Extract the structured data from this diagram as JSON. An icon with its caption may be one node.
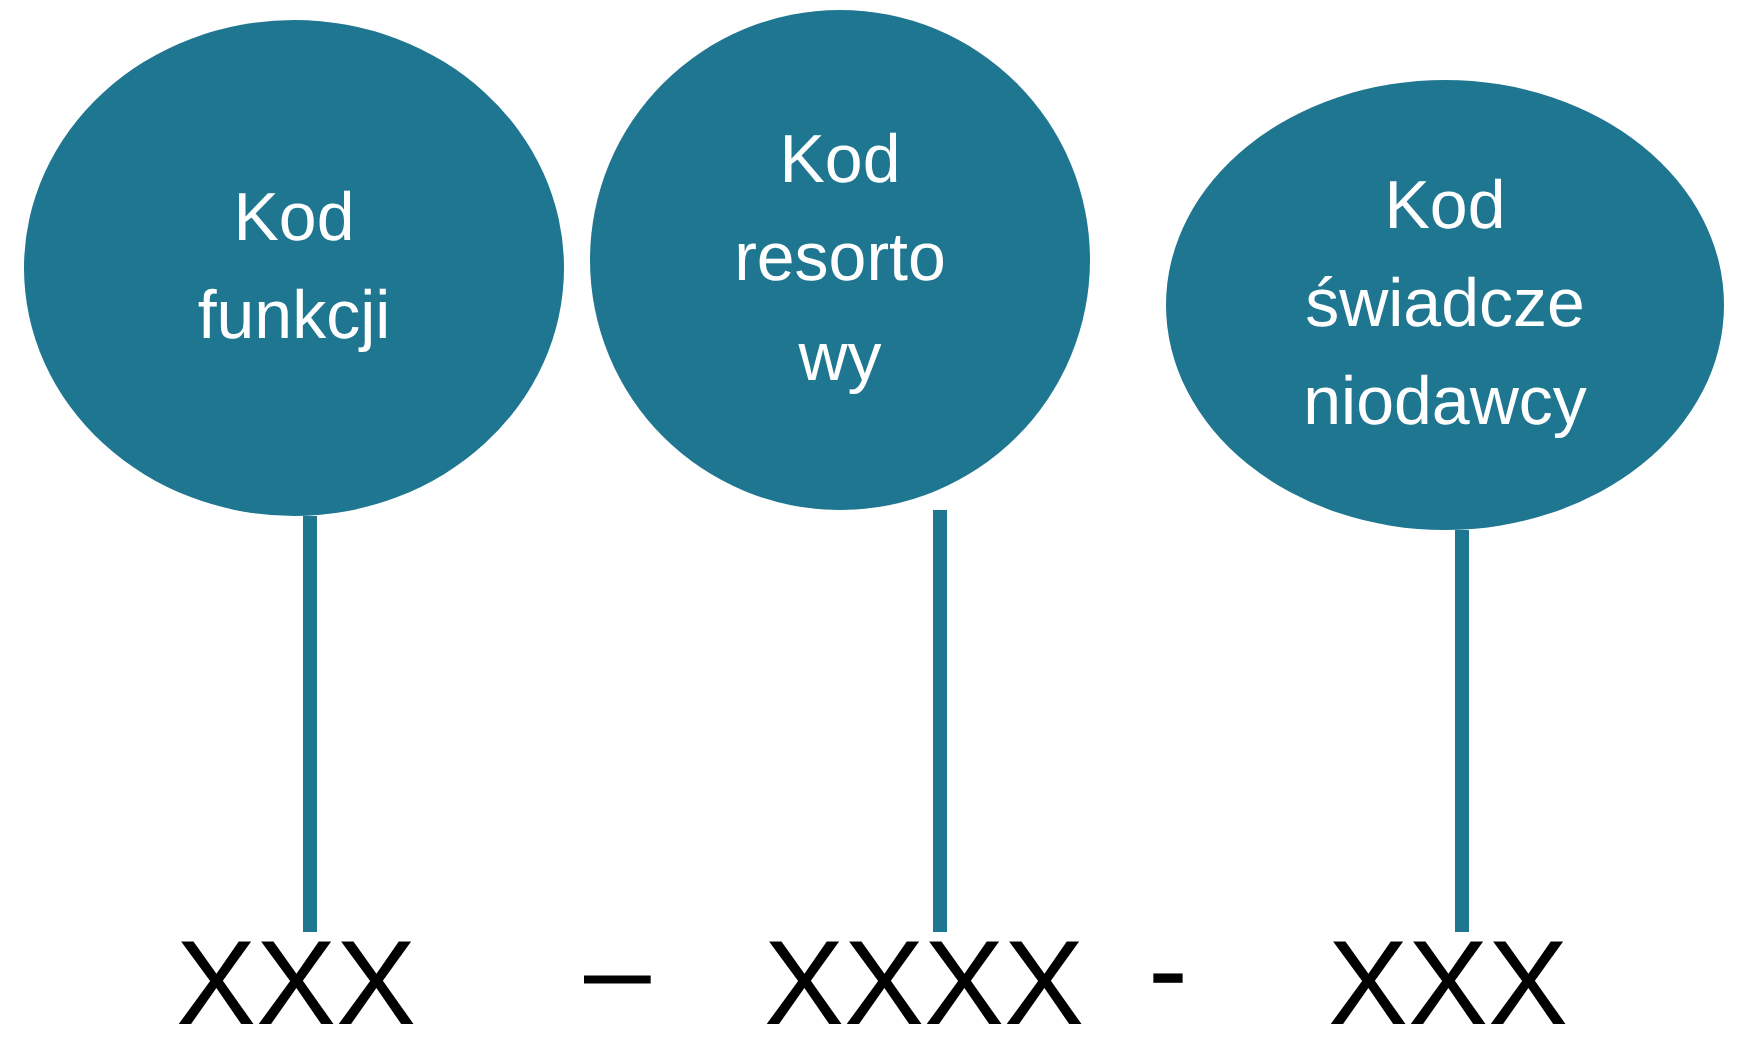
{
  "diagram": {
    "nodes": [
      {
        "text": [
          "Kod funkcji"
        ]
      },
      {
        "text": [
          "Kod resorto wy"
        ]
      },
      {
        "text": [
          "Kod świadcze niodawcy"
        ]
      },
      {
        "text": [
          "XXX"
        ]
      },
      {
        "text": [
          "XXXX"
        ]
      },
      {
        "text": [
          "XXX"
        ]
      }
    ],
    "edges": [
      {
        "from": 0,
        "to": 3,
        "arrow": "none"
      },
      {
        "from": 1,
        "to": 4,
        "arrow": "none"
      },
      {
        "from": 2,
        "to": 5,
        "arrow": "none"
      }
    ],
    "labels": [
      "–",
      "-"
    ]
  }
}
